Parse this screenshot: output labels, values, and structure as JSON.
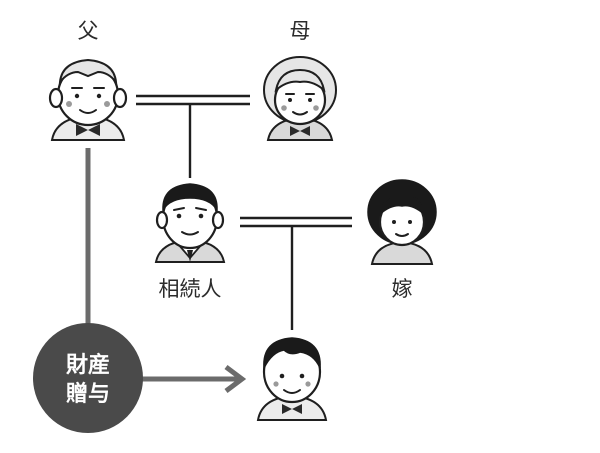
{
  "nodes": {
    "father": {
      "label": "父"
    },
    "mother": {
      "label": "母"
    },
    "heir": {
      "label": "相続人"
    },
    "wife": {
      "label": "嫁"
    },
    "grandchild": {
      "label": ""
    }
  },
  "gift": {
    "line1": "財産",
    "line2": "贈与"
  },
  "colors": {
    "gift_circle": "#4a4a4a",
    "gift_path": "#6b6b6b",
    "line": "#1f1f1f"
  }
}
